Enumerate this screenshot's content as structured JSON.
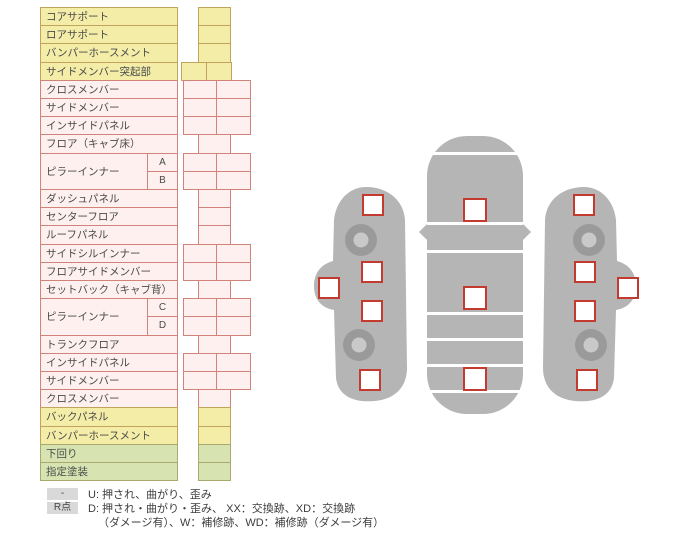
{
  "colors": {
    "row_yellow": "#f3eda8",
    "row_pink": "#fdf0ef",
    "row_green": "#d7e4b2",
    "table_border": "#c5897b",
    "checkbox_border": "#c23b2e",
    "car_gray": "#b5b5b5",
    "wheel_gray": "#9a9a9a",
    "text": "#4a4a4a"
  },
  "table": {
    "rows": [
      {
        "label": "コアサポート",
        "color": "yellow",
        "cells": "single"
      },
      {
        "label": "ロアサポート",
        "color": "yellow",
        "cells": "single"
      },
      {
        "label": "バンパーホースメント",
        "color": "yellow",
        "cells": "single"
      },
      {
        "label": "サイドメンバー突起部",
        "color": "yellow",
        "cells": "double-left"
      },
      {
        "label": "クロスメンバー",
        "color": "pink",
        "cells": "double"
      },
      {
        "label": "サイドメンバー",
        "color": "pink",
        "cells": "double"
      },
      {
        "label": "インサイドパネル",
        "color": "pink",
        "cells": "double"
      },
      {
        "label": "フロア（キャブ床）",
        "color": "pink",
        "cells": "single"
      },
      {
        "label": "ピラーインナー",
        "sub": "A",
        "color": "pink",
        "cells": "double",
        "merge": "start"
      },
      {
        "label": "",
        "sub": "B",
        "color": "pink",
        "cells": "double",
        "merge": "end"
      },
      {
        "label": "ダッシュパネル",
        "color": "pink",
        "cells": "single"
      },
      {
        "label": "センターフロア",
        "color": "pink",
        "cells": "single"
      },
      {
        "label": "ルーフパネル",
        "color": "pink",
        "cells": "single"
      },
      {
        "label": "サイドシルインナー",
        "color": "pink",
        "cells": "double"
      },
      {
        "label": "フロアサイドメンバー",
        "color": "pink",
        "cells": "double"
      },
      {
        "label": "セットバック（キャブ背）",
        "color": "pink",
        "cells": "single"
      },
      {
        "label": "ピラーインナー",
        "sub": "C",
        "color": "pink",
        "cells": "double",
        "merge": "start"
      },
      {
        "label": "",
        "sub": "D",
        "color": "pink",
        "cells": "double",
        "merge": "end"
      },
      {
        "label": "トランクフロア",
        "color": "pink",
        "cells": "single"
      },
      {
        "label": "インサイドパネル",
        "color": "pink",
        "cells": "double"
      },
      {
        "label": "サイドメンバー",
        "color": "pink",
        "cells": "double"
      },
      {
        "label": "クロスメンバー",
        "color": "pink",
        "cells": "single"
      },
      {
        "label": "バックパネル",
        "color": "yellow",
        "cells": "single"
      },
      {
        "label": "バンパーホースメント",
        "color": "yellow",
        "cells": "single"
      },
      {
        "label": "下回り",
        "color": "green",
        "cells": "single"
      },
      {
        "label": "指定塗装",
        "color": "green",
        "cells": "single"
      }
    ]
  },
  "legend": {
    "rows": [
      {
        "marker": "-",
        "text": "U: 押され、曲がり、歪み"
      },
      {
        "marker": "R点",
        "text": "D: 押され・曲がり・歪み、 XX：交換跡、XD：交換跡"
      },
      {
        "marker": "",
        "text": "（ダメージ有）、W：補修跡、WD：補修跡（ダメージ有）"
      }
    ]
  },
  "diagram": {
    "checkboxes_top_view": 3,
    "checkboxes_left_view": 5,
    "checkboxes_right_view": 5,
    "wheels": 4
  }
}
